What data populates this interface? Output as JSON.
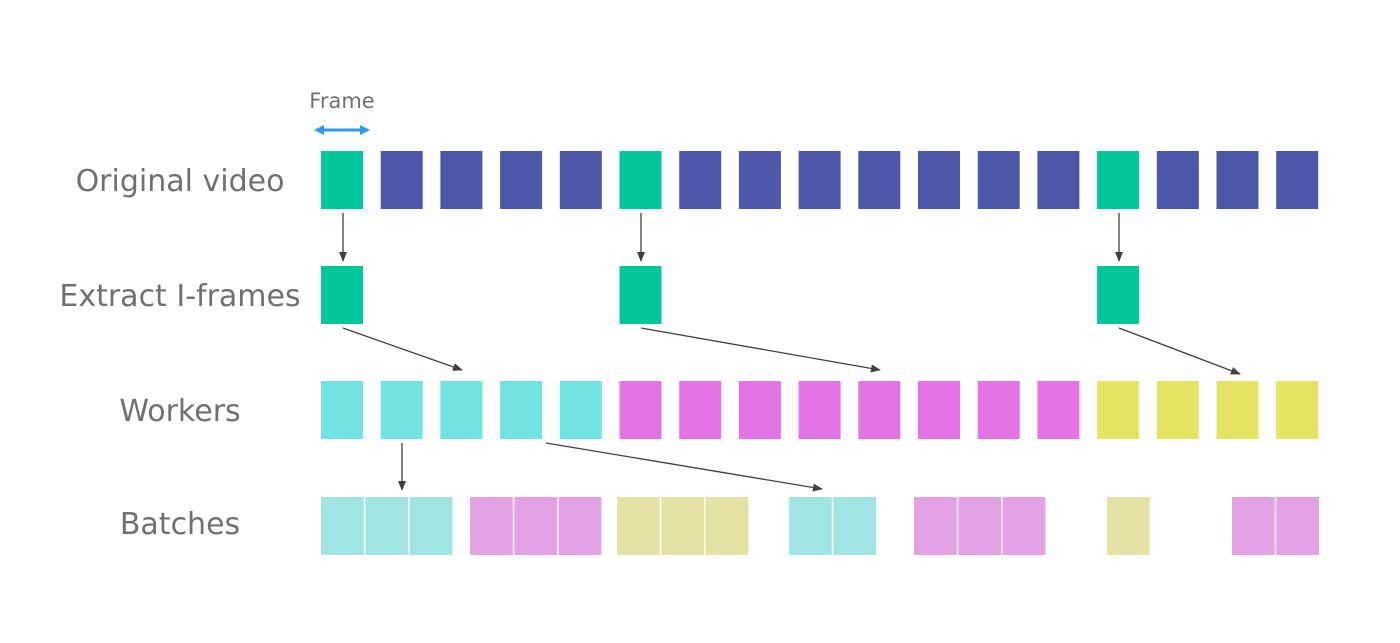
{
  "labels": {
    "frame": "Frame",
    "original_video": "Original video",
    "extract_iframes": "Extract I-frames",
    "workers": "Workers",
    "batches": "Batches"
  },
  "colors": {
    "iframe": "#03C79A",
    "frame": "#4D57A8",
    "worker_cyan": "#72E3E3",
    "worker_magenta": "#E474E5",
    "worker_yellow": "#E5E363",
    "batch_cyan": "#A1E4E4",
    "batch_magenta": "#E2A2E3",
    "batch_yellow": "#E4E2A4",
    "frame_arrow": "#2A9DF0",
    "arrow": "#404040",
    "text": "#707070"
  },
  "original_video": {
    "frames": [
      "iframe",
      "frame",
      "frame",
      "frame",
      "frame",
      "iframe",
      "frame",
      "frame",
      "frame",
      "frame",
      "frame",
      "frame",
      "frame",
      "iframe",
      "frame",
      "frame",
      "frame"
    ]
  },
  "extract_iframes": {
    "frames": [
      0,
      5,
      13
    ]
  },
  "workers": {
    "frames": [
      "cyan",
      "cyan",
      "cyan",
      "cyan",
      "cyan",
      "magenta",
      "magenta",
      "magenta",
      "magenta",
      "magenta",
      "magenta",
      "magenta",
      "magenta",
      "yellow",
      "yellow",
      "yellow",
      "yellow"
    ]
  },
  "batches": {
    "groups": [
      {
        "color": "cyan",
        "count": 3
      },
      {
        "color": "magenta",
        "count": 3
      },
      {
        "color": "yellow",
        "count": 3
      },
      {
        "color": "cyan",
        "count": 2
      },
      {
        "color": "magenta",
        "count": 3
      },
      {
        "color": "yellow",
        "count": 1
      },
      {
        "color": "magenta",
        "count": 2
      }
    ]
  }
}
